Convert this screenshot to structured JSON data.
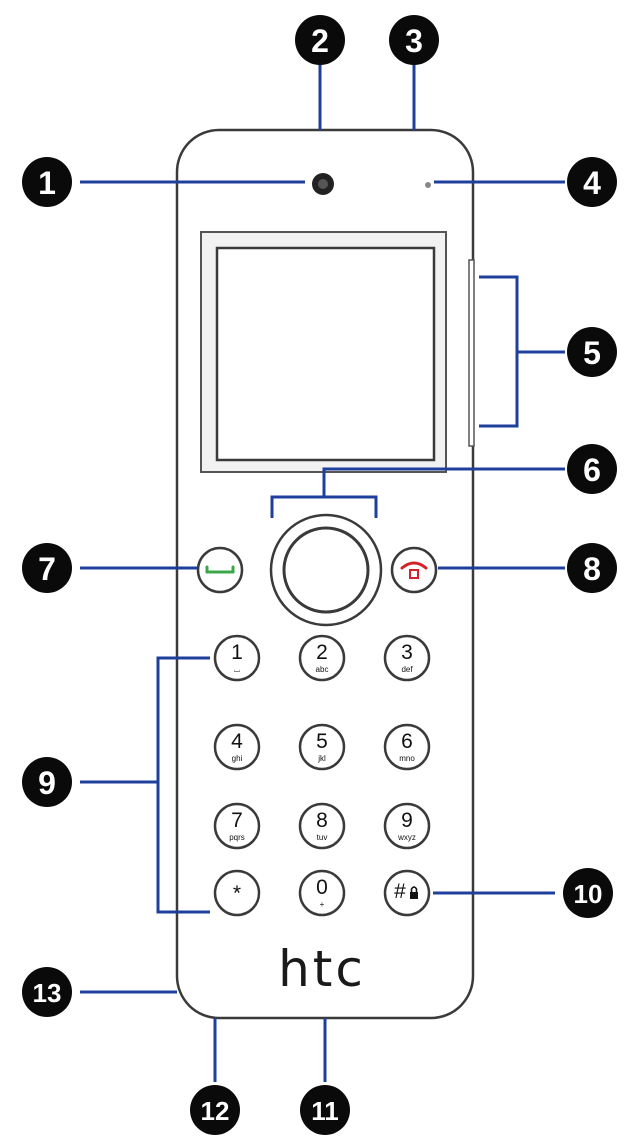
{
  "colors": {
    "leader_line": "#1f3f9c",
    "callout_fill": "#0a0a0a",
    "outline": "#3a3a3a",
    "send_key": "#3aa84a",
    "end_key": "#d2232a"
  },
  "icons": {
    "camera": "camera-lens-icon",
    "light_sensor": "light-sensor-icon",
    "send": "phone-green-icon",
    "end": "phone-red-icon",
    "lock": "lock-icon"
  },
  "phone": {
    "brand": "htc",
    "keypad": [
      {
        "digit": "1",
        "sub": "⌴"
      },
      {
        "digit": "2",
        "sub": "abc"
      },
      {
        "digit": "3",
        "sub": "def"
      },
      {
        "digit": "4",
        "sub": "ghi"
      },
      {
        "digit": "5",
        "sub": "jkl"
      },
      {
        "digit": "6",
        "sub": "mno"
      },
      {
        "digit": "7",
        "sub": "pqrs"
      },
      {
        "digit": "8",
        "sub": "tuv"
      },
      {
        "digit": "9",
        "sub": "wxyz"
      },
      {
        "digit": "*",
        "sub": ""
      },
      {
        "digit": "0",
        "sub": "+"
      },
      {
        "digit": "#",
        "sub": ""
      }
    ]
  },
  "callouts": [
    "1",
    "2",
    "3",
    "4",
    "5",
    "6",
    "7",
    "8",
    "9",
    "10",
    "11",
    "12",
    "13"
  ]
}
